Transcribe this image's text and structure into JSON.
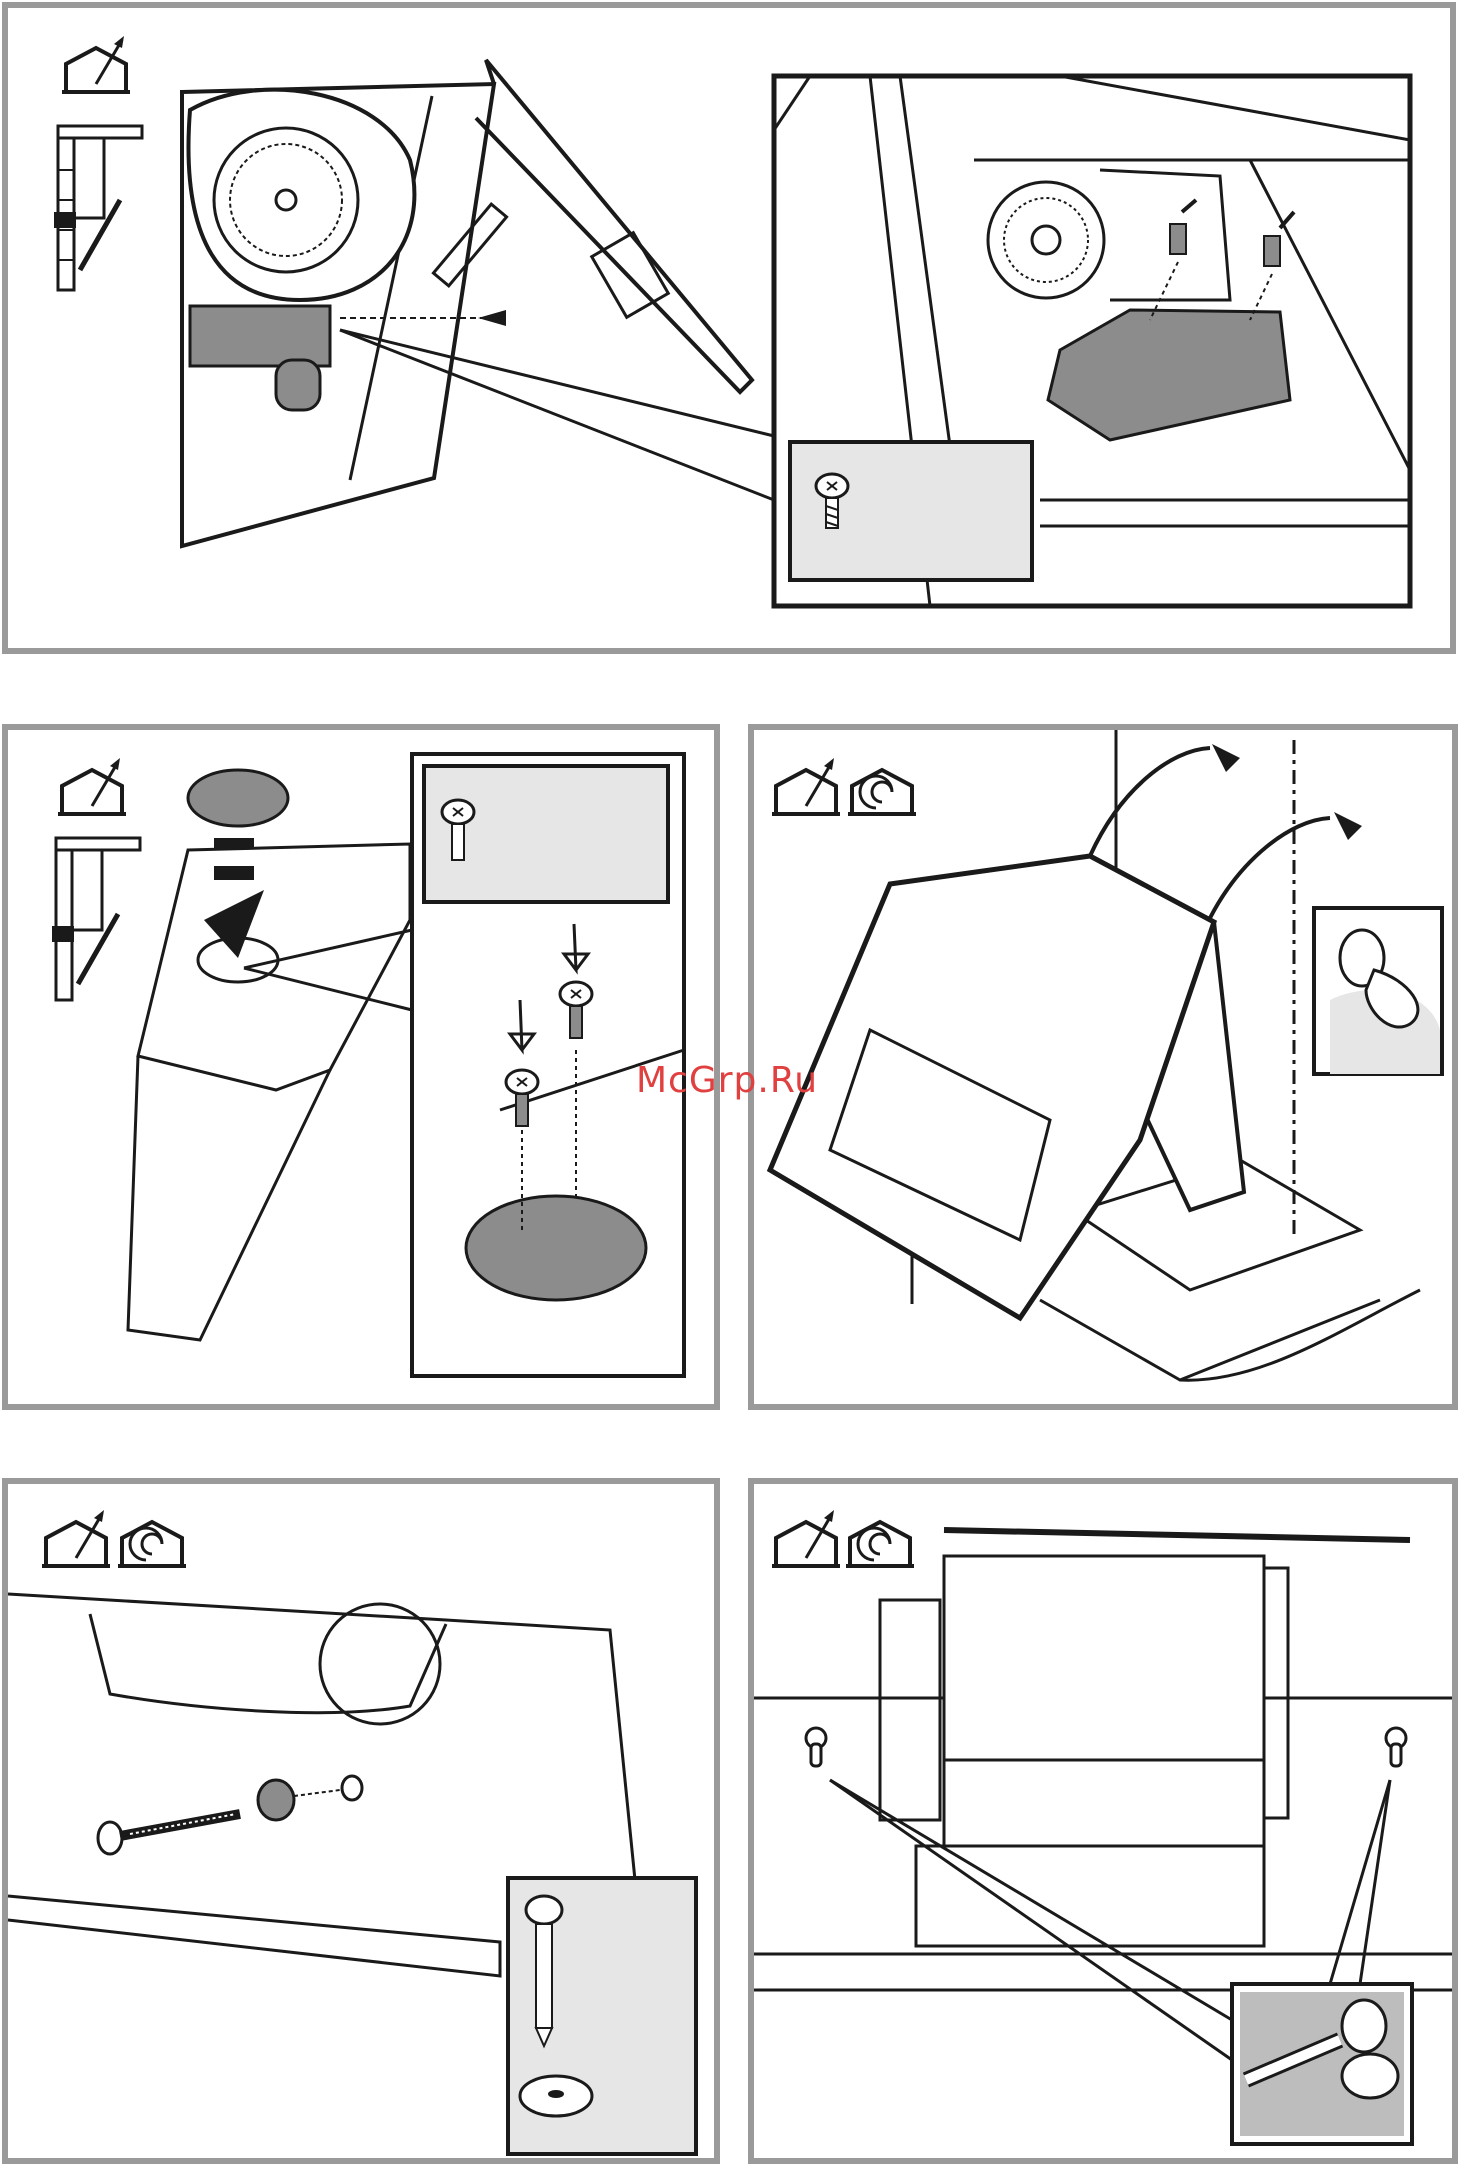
{
  "watermark": {
    "text": "McGrp.Ru"
  },
  "colors": {
    "frame": "#9a9a9a",
    "line": "#1a1a1a",
    "inset_fill": "#e6e6e6",
    "part_fill": "#8c8c8c",
    "watermark": "#e04040"
  },
  "panels": [
    {
      "id": "step-1",
      "icons": [
        "house-ducted-icon"
      ],
      "content": "motor-and-junction-box-removal"
    },
    {
      "id": "step-2",
      "icons": [
        "house-ducted-icon"
      ],
      "content": "non-return-valve-cap-fixing"
    },
    {
      "id": "step-3",
      "icons": [
        "house-ducted-icon",
        "house-recirculation-icon"
      ],
      "content": "hood-mounting-over-hob"
    },
    {
      "id": "step-4",
      "icons": [
        "house-ducted-icon",
        "house-recirculation-icon"
      ],
      "content": "wall-screw-and-washer"
    },
    {
      "id": "step-5",
      "icons": [
        "house-ducted-icon",
        "house-recirculation-icon"
      ],
      "content": "keyhole-wall-hooks"
    }
  ]
}
